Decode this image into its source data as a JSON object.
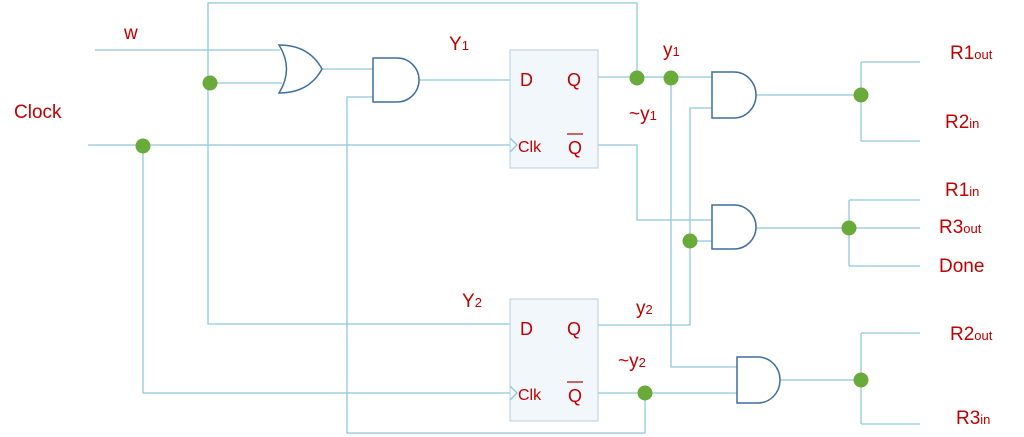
{
  "inputs": {
    "w": "w",
    "clock": "Clock"
  },
  "flipflops": [
    {
      "next_state": "Y",
      "next_state_sub": "1",
      "d": "D",
      "q": "Q",
      "clk": "Clk",
      "qbar": "Q"
    },
    {
      "next_state": "Y",
      "next_state_sub": "2",
      "d": "D",
      "q": "Q",
      "clk": "Clk",
      "qbar": "Q"
    }
  ],
  "state_labels": {
    "y1": {
      "main": "y",
      "sub": "1"
    },
    "y1_not": {
      "main": "~y",
      "sub": "1"
    },
    "y2": {
      "main": "y",
      "sub": "2"
    },
    "y2_not": {
      "main": "~y",
      "sub": "2"
    }
  },
  "outputs": {
    "r1out": {
      "main": "R1",
      "sub": "out"
    },
    "r2in": {
      "main": "R2",
      "sub": "in"
    },
    "r1in": {
      "main": "R1",
      "sub": "in"
    },
    "r3out": {
      "main": "R3",
      "sub": "out"
    },
    "done": {
      "main": "Done"
    },
    "r2out": {
      "main": "R2",
      "sub": "out"
    },
    "r3in": {
      "main": "R3",
      "sub": "in"
    }
  },
  "colors": {
    "label": "#c00000",
    "wire": "#8fc8df",
    "gate_outline": "#3f6f9f",
    "junction": "#6aaa3a",
    "flipflop_fill": "#f2f7fb"
  }
}
